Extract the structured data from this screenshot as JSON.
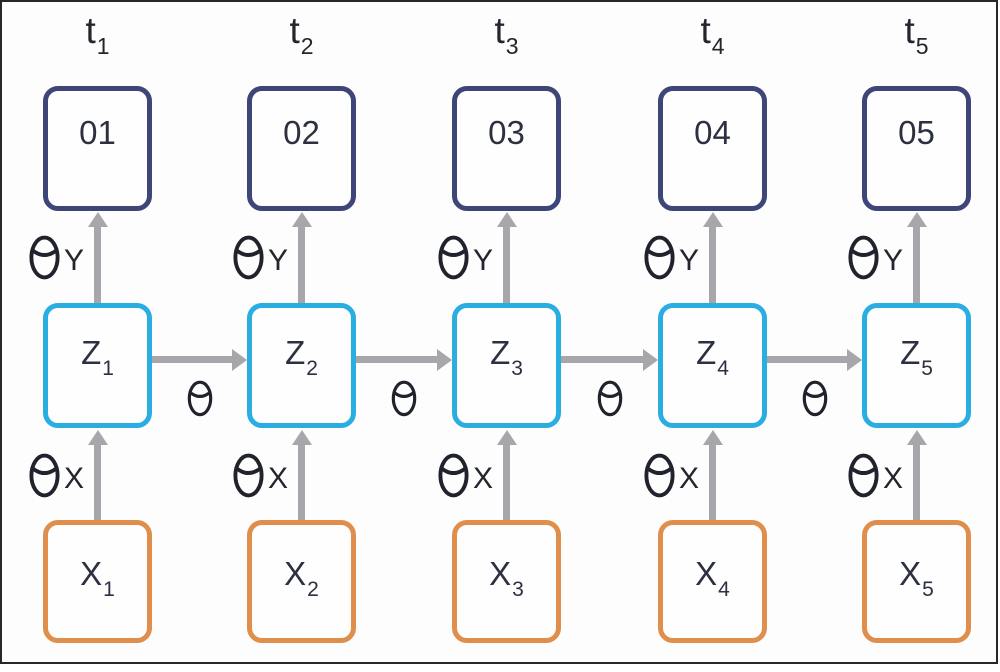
{
  "diagram": {
    "description_symbols": {
      "theta_glyph": "θ"
    },
    "colors": {
      "frame_border": "#27272b",
      "background": "#fdfdfe",
      "output_node_border": "#3e4577",
      "state_node_border": "#2aaee2",
      "input_node_border": "#e08e4c",
      "arrow": "#a7a7ab",
      "symbol_stroke": "#20222c",
      "text": "#24262e"
    },
    "columns": [
      {
        "time": {
          "base": "t",
          "sub": "1"
        },
        "output": "01",
        "state": {
          "base": "Z",
          "sub": "1"
        },
        "input": {
          "base": "X",
          "sub": "1"
        },
        "output_weight_letter": "Y",
        "input_weight_letter": "X"
      },
      {
        "time": {
          "base": "t",
          "sub": "2"
        },
        "output": "02",
        "state": {
          "base": "Z",
          "sub": "2"
        },
        "input": {
          "base": "X",
          "sub": "2"
        },
        "output_weight_letter": "Y",
        "input_weight_letter": "X"
      },
      {
        "time": {
          "base": "t",
          "sub": "3"
        },
        "output": "03",
        "state": {
          "base": "Z",
          "sub": "3"
        },
        "input": {
          "base": "X",
          "sub": "3"
        },
        "output_weight_letter": "Y",
        "input_weight_letter": "X"
      },
      {
        "time": {
          "base": "t",
          "sub": "4"
        },
        "output": "04",
        "state": {
          "base": "Z",
          "sub": "4"
        },
        "input": {
          "base": "X",
          "sub": "4"
        },
        "output_weight_letter": "Y",
        "input_weight_letter": "X"
      },
      {
        "time": {
          "base": "t",
          "sub": "5"
        },
        "output": "05",
        "state": {
          "base": "Z",
          "sub": "5"
        },
        "input": {
          "base": "X",
          "sub": "5"
        },
        "output_weight_letter": "Y",
        "input_weight_letter": "X"
      }
    ],
    "transitions": [
      {
        "weight_symbol": "θ"
      },
      {
        "weight_symbol": "θ"
      },
      {
        "weight_symbol": "θ"
      },
      {
        "weight_symbol": "θ"
      }
    ]
  }
}
